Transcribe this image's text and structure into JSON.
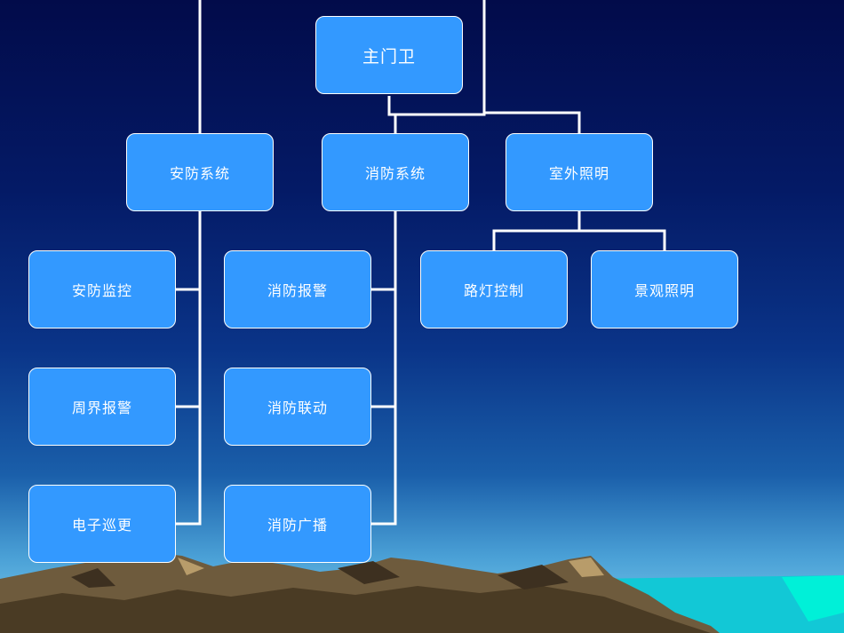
{
  "root": {
    "label": "主门卫"
  },
  "systems": [
    {
      "label": "安防系统",
      "children": [
        "安防监控",
        "周界报警",
        "电子巡更"
      ]
    },
    {
      "label": "消防系统",
      "children": [
        "消防报警",
        "消防联动",
        "消防广播"
      ]
    },
    {
      "label": "室外照明",
      "children": [
        "路灯控制",
        "景观照明"
      ]
    }
  ],
  "colors": {
    "node_fill": "#3399ff",
    "node_border": "#ffffff",
    "connector": "#ffffff",
    "sky_top": "#020b4a",
    "sky_bottom": "#7fd0ee",
    "mountain": "#6b5a3e",
    "sea": "#00e5d0"
  }
}
